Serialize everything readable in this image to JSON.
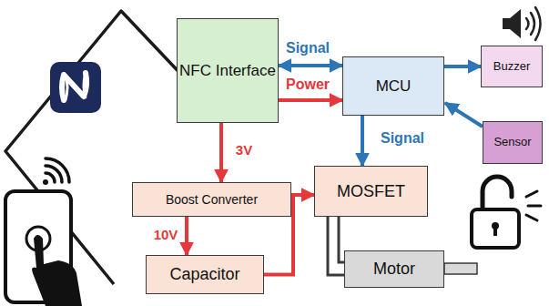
{
  "diagram": {
    "nodes": [
      {
        "text": [
          "NFC Interface"
        ]
      },
      {
        "text": [
          "MCU"
        ]
      },
      {
        "text": [
          "Buzzer"
        ]
      },
      {
        "text": [
          "Sensor"
        ]
      },
      {
        "text": [
          "Boost Converter"
        ]
      },
      {
        "text": [
          "MOSFET"
        ]
      },
      {
        "text": [
          "Capacitor"
        ]
      },
      {
        "text": [
          "Motor"
        ]
      }
    ],
    "edges": [
      {
        "from": 0,
        "to": 1,
        "arrow": "both",
        "label": "Signal"
      },
      {
        "from": 0,
        "to": 1,
        "arrow": "to",
        "label": "Power"
      },
      {
        "from": 1,
        "to": 2,
        "arrow": "to"
      },
      {
        "from": 3,
        "to": 1,
        "arrow": "to"
      },
      {
        "from": 1,
        "to": 5,
        "arrow": "to",
        "label": "Signal"
      },
      {
        "from": 0,
        "to": 4,
        "arrow": "to",
        "label": "3V"
      },
      {
        "from": 4,
        "to": 6,
        "arrow": "to",
        "label": "10V"
      },
      {
        "from": 6,
        "to": 5,
        "arrow": "to"
      },
      {
        "from": 5,
        "to": 7,
        "arrow": "none"
      }
    ]
  }
}
